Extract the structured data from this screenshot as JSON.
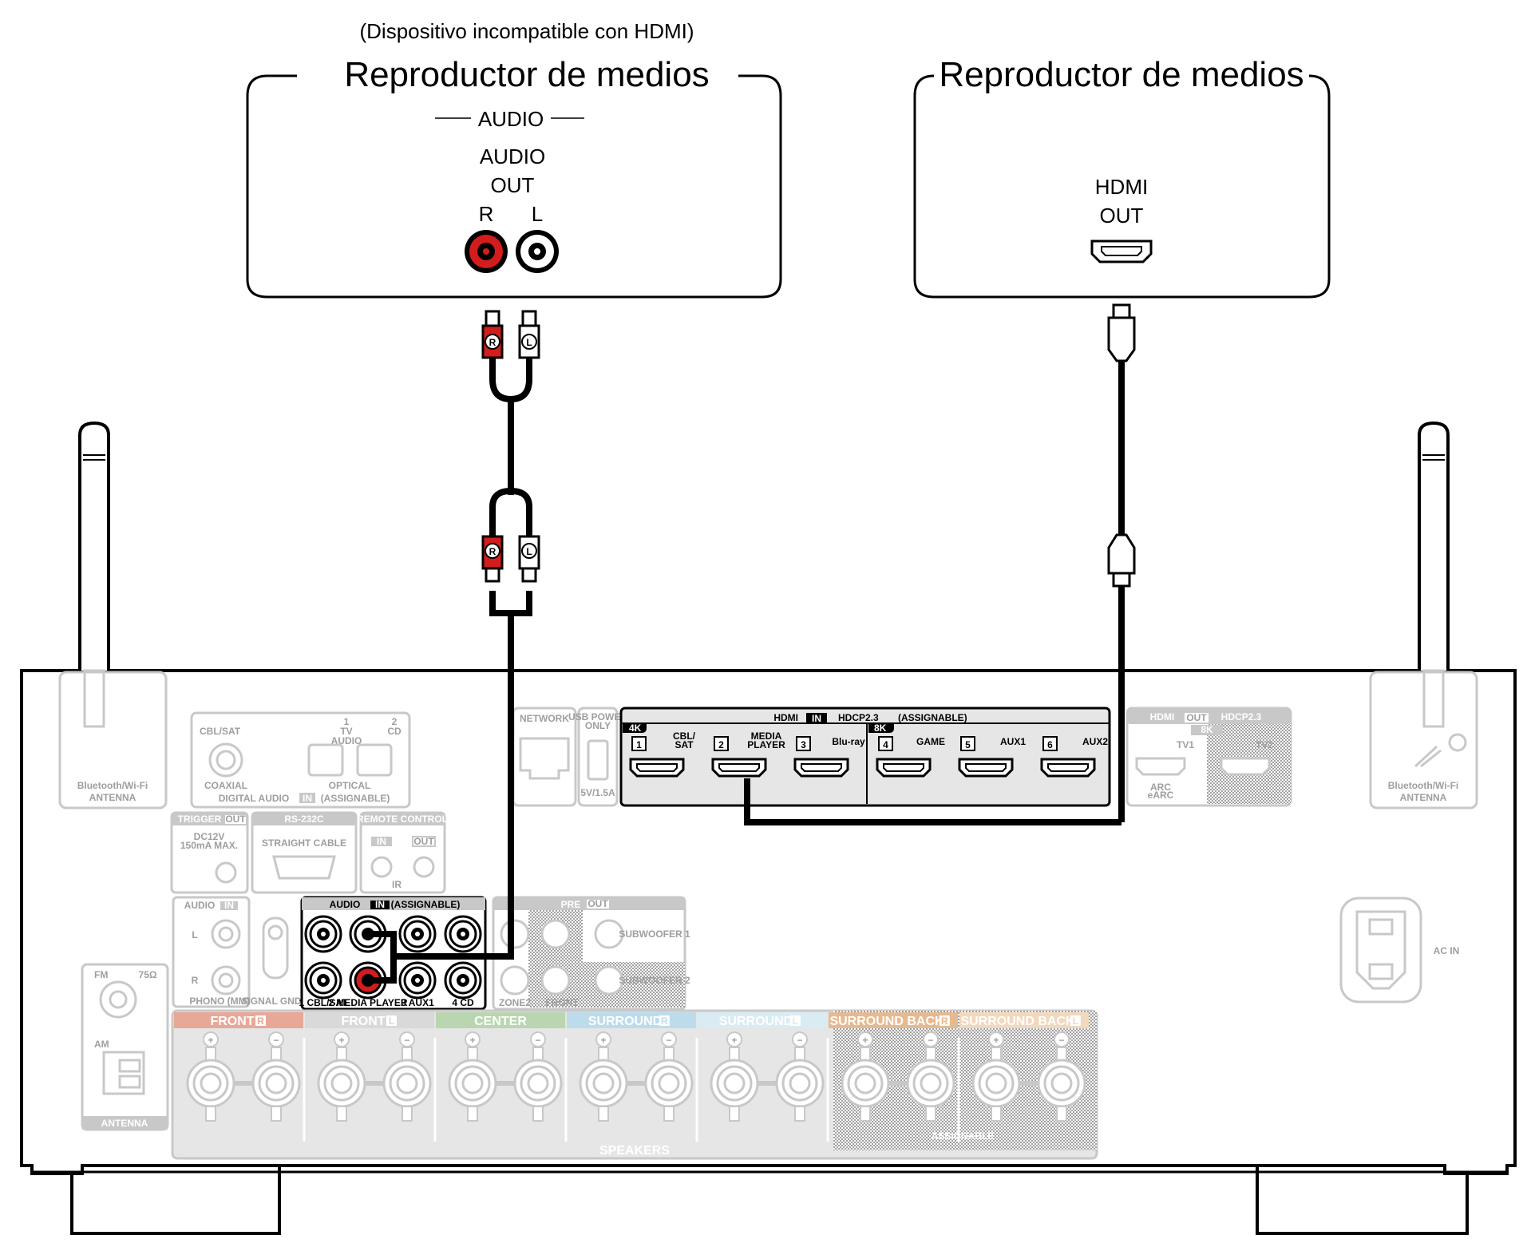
{
  "devices": {
    "left": {
      "note": "(Dispositivo incompatible con HDMI)",
      "title": "Reproductor de medios",
      "section_label": "AUDIO",
      "output_label_1": "AUDIO",
      "output_label_2": "OUT",
      "channel_r": "R",
      "channel_l": "L"
    },
    "right": {
      "title": "Reproductor de medios",
      "output_label_1": "HDMI",
      "output_label_2": "OUT"
    }
  },
  "cable_plugs": {
    "r": "R",
    "l": "L"
  },
  "receiver": {
    "antenna_label_1": "Bluetooth/Wi-Fi",
    "antenna_label_2": "ANTENNA",
    "digital_audio": {
      "cbl_sat": "CBL/SAT",
      "coaxial": "COAXIAL",
      "tv_num": "1",
      "tv": "TV",
      "tv_audio": "AUDIO",
      "cd_num": "2",
      "cd": "CD",
      "optical": "OPTICAL",
      "footer": "DIGITAL AUDIO",
      "footer_in": "IN",
      "footer_assign": "(ASSIGNABLE)"
    },
    "network": "NETWORK",
    "usb": {
      "l1": "USB POWER",
      "l2": "ONLY",
      "l3": "5V/1.5A"
    },
    "hdmi_in": {
      "hdmi": "HDMI",
      "in": "IN",
      "hdcp": "HDCP2.3",
      "assign": "(ASSIGNABLE)",
      "badge_4k": "4K",
      "badge_8k": "8K",
      "inputs": [
        {
          "num": "1",
          "label": "CBL/ SAT"
        },
        {
          "num": "2",
          "label": "MEDIA PLAYER"
        },
        {
          "num": "3",
          "label": "Blu-ray"
        },
        {
          "num": "4",
          "label": "GAME"
        },
        {
          "num": "5",
          "label": "AUX1"
        },
        {
          "num": "6",
          "label": "AUX2"
        }
      ]
    },
    "hdmi_out": {
      "hdmi": "HDMI",
      "out": "OUT",
      "hdcp": "HDCP2.3",
      "badge_8k": "8K",
      "tv1": "TV1",
      "tv2": "TV2",
      "arc": "ARC",
      "earc": "eARC"
    },
    "trigger": {
      "label": "TRIGGER",
      "out": "OUT",
      "spec1": "DC12V",
      "spec2": "150mA MAX."
    },
    "rs232c": {
      "label": "RS-232C",
      "cable": "STRAIGHT CABLE"
    },
    "remote": {
      "label": "REMOTE CONTROL",
      "in": "IN",
      "out": "OUT",
      "ir": "IR"
    },
    "audio_in_small": {
      "label": "AUDIO",
      "in": "IN",
      "l": "L",
      "r": "R",
      "phono": "PHONO (MM)",
      "signal_gnd": "SIGNAL GND"
    },
    "audio_in": {
      "label": "AUDIO",
      "in": "IN",
      "assign": "(ASSIGNABLE)",
      "inputs": [
        "1 CBL/SAT",
        "2 MEDIA PLAYER",
        "3 AUX1",
        "4 CD"
      ]
    },
    "pre_out": {
      "pre": "PRE",
      "out": "OUT",
      "sub1": "SUBWOOFER 1",
      "sub2": "SUBWOOFER 2",
      "zone2": "ZONE2",
      "front": "FRONT"
    },
    "tuner": {
      "fm": "FM",
      "ohm": "75Ω",
      "am": "AM",
      "antenna": "ANTENNA"
    },
    "ac_in": "AC IN",
    "speakers": {
      "groups": [
        {
          "label": "FRONT",
          "ch": "R",
          "color": "#e8a898"
        },
        {
          "label": "FRONT",
          "ch": "L",
          "color": "#d9d9d9"
        },
        {
          "label": "CENTER",
          "ch": "",
          "color": "#b9d6b0"
        },
        {
          "label": "SURROUND",
          "ch": "R",
          "color": "#bcdcec"
        },
        {
          "label": "SURROUND",
          "ch": "L",
          "color": "#d9ecf4"
        },
        {
          "label": "SURROUND BACK",
          "ch": "R",
          "color": "#e7b990"
        },
        {
          "label": "SURROUND BACK",
          "ch": "L",
          "color": "#f2d8bd"
        }
      ],
      "plus": "+",
      "minus": "−",
      "assignable": "ASSIGNABLE",
      "footer": "SPEAKERS"
    }
  }
}
